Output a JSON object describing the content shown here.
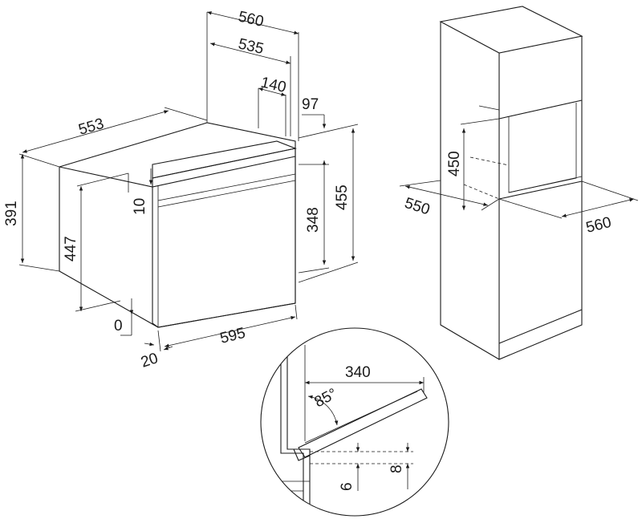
{
  "dimensions": {
    "oven": {
      "d560": "560",
      "d535": "535",
      "d140": "140",
      "d97": "97",
      "d553": "553",
      "d391": "391",
      "d447": "447",
      "d10": "10",
      "d348": "348",
      "d455": "455",
      "d0": "0",
      "d595": "595",
      "d20": "20"
    },
    "cabinet": {
      "d450": "450",
      "d550": "550",
      "d560": "560"
    },
    "door_detail": {
      "d340": "340",
      "angle": "85°",
      "d8": "8",
      "d6": "6"
    }
  }
}
